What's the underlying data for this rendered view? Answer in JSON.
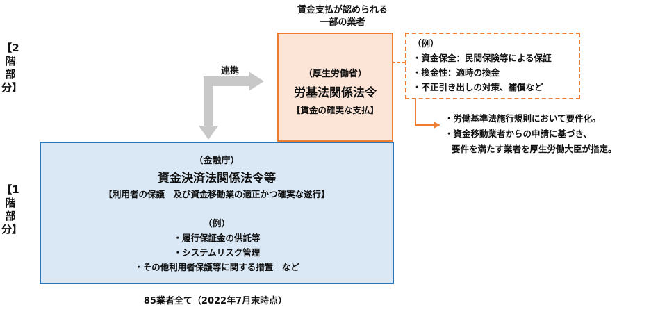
{
  "tier2_label": "【2階部分】",
  "tier1_label": "【1階部分】",
  "upper_caption": [
    "賃金支払が認められる",
    "一部の業者"
  ],
  "link_label": "連携",
  "tier2_box": {
    "ministry": "（厚生労働省）",
    "law": "労基法関係法令",
    "purpose": "【賃金の確実な支払】"
  },
  "tier2_examples": {
    "heading": "（例）",
    "items": [
      "・資金保全：民間保険等による保証",
      "・換金性：適時の換金",
      "・不正引き出しの対策、補償など"
    ]
  },
  "tier2_notes": [
    "・労働基準法施行規則において要件化。",
    "・資金移動業者からの申請に基づき、",
    "要件を満たす業者を厚生労働大臣が指定。"
  ],
  "tier1_box": {
    "agency": "（金融庁）",
    "law": "資金決済法関係法令等",
    "purpose": "【利用者の保護　及び資金移動業の適正かつ確実な遂行】",
    "example_heading": "（例）",
    "examples": [
      "・履行保証金の供託等",
      "・システムリスク管理",
      "・その他利用者保護等に関する措置　など"
    ]
  },
  "bottom_caption": "85業者全て（2022年7月末時点）",
  "colors": {
    "tier2_fill": "#fce4d6",
    "tier2_border": "#ed7d31",
    "tier1_fill": "#dae8f6",
    "tier1_border": "#2e75b6",
    "arrow_gray": "#c8c8c8"
  }
}
